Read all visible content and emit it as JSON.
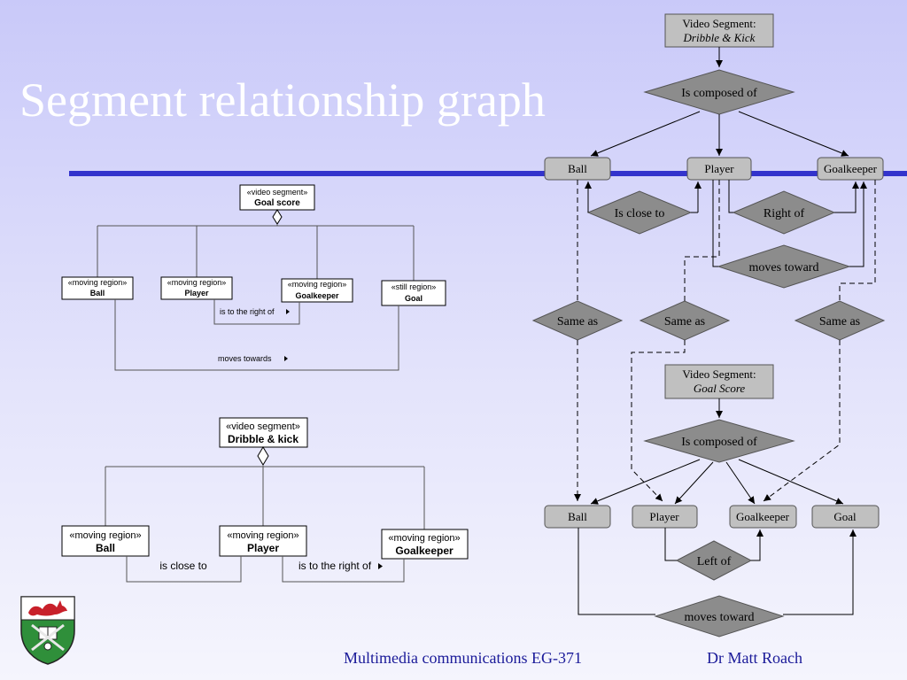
{
  "slide": {
    "title": "Segment relationship graph",
    "footer_course": "Multimedia communications EG-371",
    "footer_author": "Dr Matt Roach"
  },
  "colors": {
    "title": "#ffffff",
    "rule": "#3333cc",
    "footer": "#1a1a99",
    "graph_node_fill": "#c0c0c0",
    "graph_diamond_fill": "#8c8c8c"
  },
  "uml_top": {
    "stereotype_segment": "«video segment»",
    "segment_name": "Goal score",
    "regions": [
      {
        "stereotype": "«moving region»",
        "name": "Ball"
      },
      {
        "stereotype": "«moving region»",
        "name": "Player"
      },
      {
        "stereotype": "«moving region»",
        "name": "Goalkeeper"
      },
      {
        "stereotype": "«still region»",
        "name": "Goal"
      }
    ],
    "relation_right_of": "is to the right of",
    "relation_moves": "moves towards"
  },
  "uml_bottom": {
    "stereotype_segment": "«video segment»",
    "segment_name": "Dribble & kick",
    "regions": [
      {
        "stereotype": "«moving region»",
        "name": "Ball"
      },
      {
        "stereotype": "«moving region»",
        "name": "Player"
      },
      {
        "stereotype": "«moving region»",
        "name": "Goalkeeper"
      }
    ],
    "relation_close_to": "is close to",
    "relation_right_of": "is to the right of"
  },
  "graph": {
    "top_segment_label": "Video Segment:",
    "top_segment_name": "Dribble & Kick",
    "top_composed": "Is composed of",
    "top_nodes": [
      "Ball",
      "Player",
      "Goalkeeper"
    ],
    "close_to": "Is close to",
    "right_of": "Right of",
    "moves_toward_top": "moves toward",
    "same_as": [
      "Same as",
      "Same as",
      "Same as"
    ],
    "bottom_segment_label": "Video Segment:",
    "bottom_segment_name": "Goal Score",
    "bottom_composed": "Is composed of",
    "bottom_nodes": [
      "Ball",
      "Player",
      "Goalkeeper",
      "Goal"
    ],
    "left_of": "Left of",
    "moves_toward_bottom": "moves toward"
  }
}
